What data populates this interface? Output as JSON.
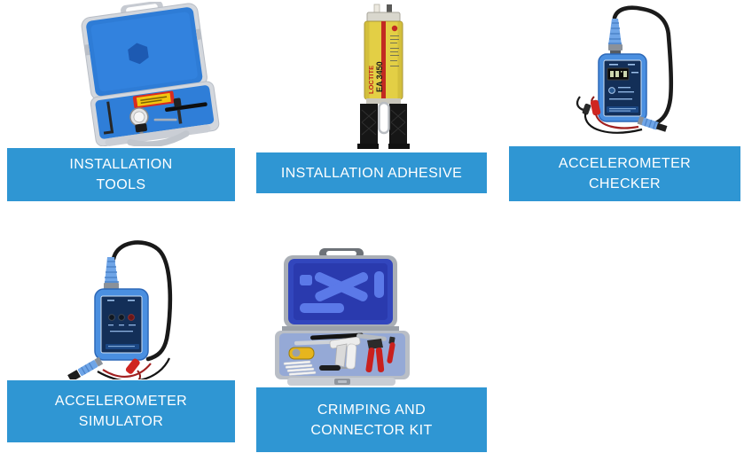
{
  "theme": {
    "page_background": "#ffffff",
    "banner_background": "#2f96d3",
    "banner_text_color": "#ffffff"
  },
  "products": [
    {
      "label": "INSTALLATION TOOLS",
      "lines": [
        "INSTALLATION",
        "TOOLS"
      ],
      "alt": "Open blue carry case containing accelerometer installation tools"
    },
    {
      "label": "INSTALLATION ADHESIVE",
      "lines": [
        "INSTALLATION ADHESIVE"
      ],
      "alt": "Loctite EA 3450 twin-syringe epoxy adhesive cartridge",
      "image_text": {
        "brand": "LOCTITE",
        "model": "EA 3450"
      }
    },
    {
      "label": "ACCELEROMETER CHECKER",
      "lines": [
        "ACCELEROMETER",
        "CHECKER"
      ],
      "alt": "Blue handheld accelerometer checker with LCD display, looped cable and test clips"
    },
    {
      "label": "ACCELEROMETER SIMULATOR",
      "lines": [
        "ACCELEROMETER",
        "SIMULATOR"
      ],
      "alt": "Blue handheld accelerometer simulator with three buttons, looped cable and test clips"
    },
    {
      "label": "CRIMPING AND CONNECTOR KIT",
      "lines": [
        "CRIMPING AND",
        "CONNECTOR KIT"
      ],
      "alt": "Open blue case with crimping tool, wire strippers and connector accessories"
    }
  ]
}
